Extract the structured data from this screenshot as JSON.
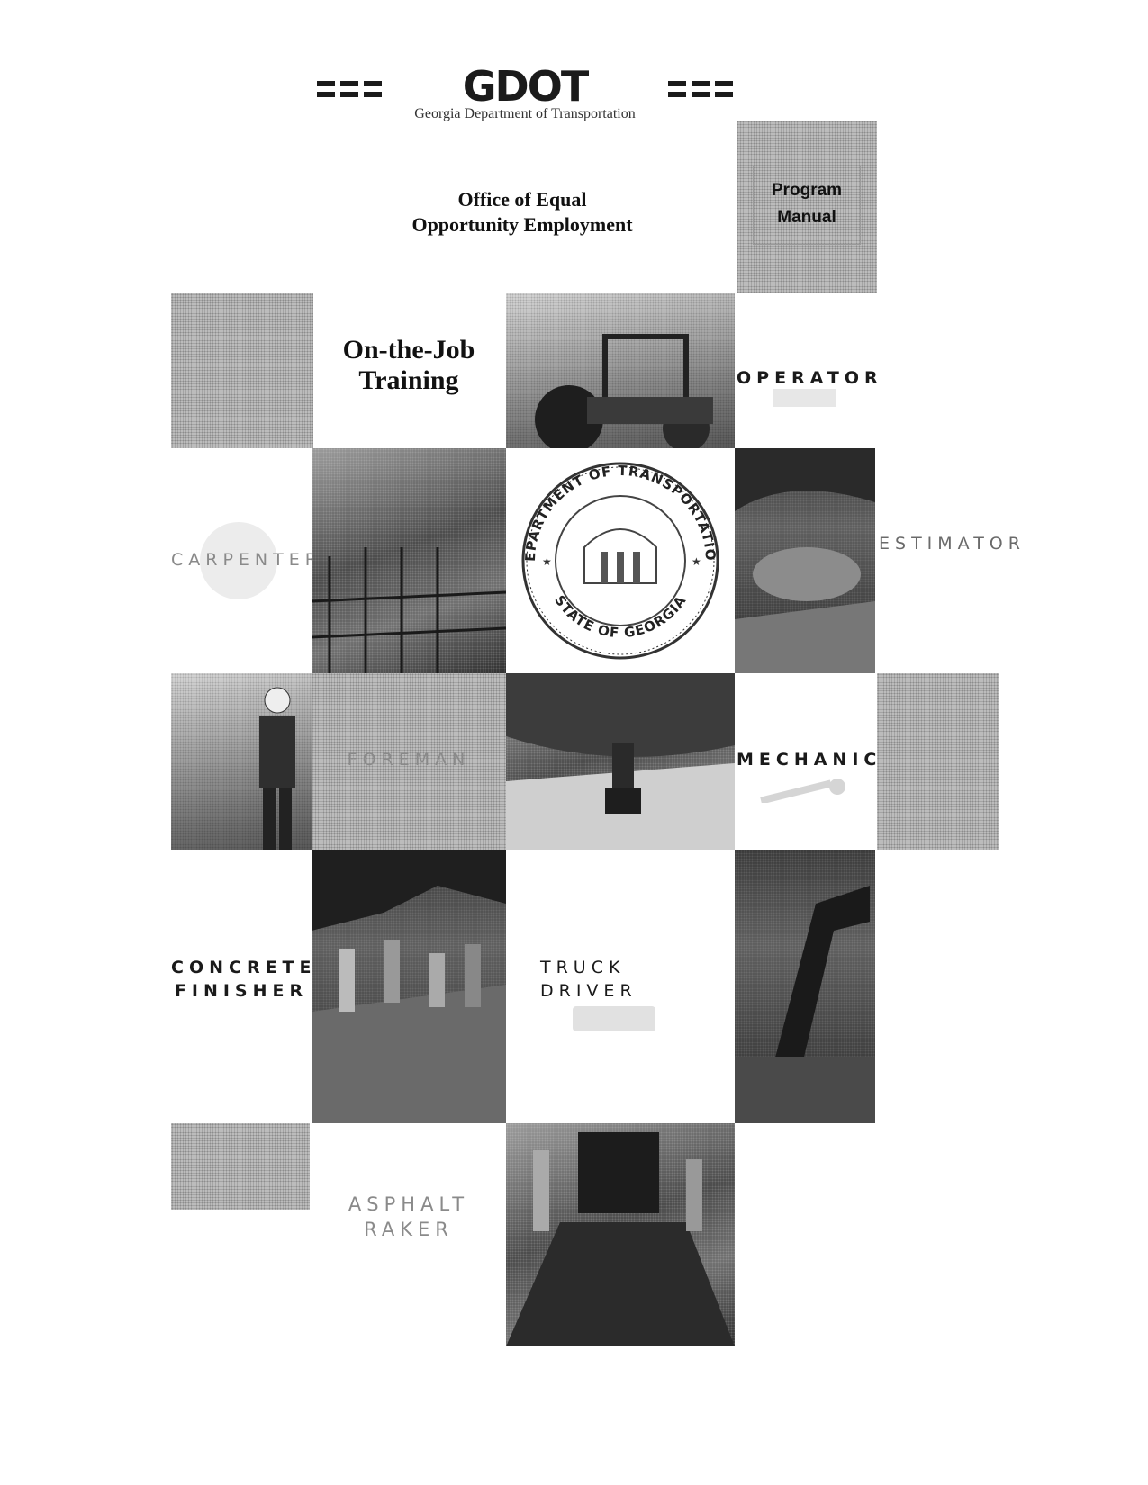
{
  "header": {
    "logo_text": "GDOT",
    "logo_subtitle": "Georgia Department of Transportation",
    "office_line1": "Office of Equal",
    "office_line2": "Opportunity Employment",
    "badge_line1": "Program",
    "badge_line2": "Manual"
  },
  "cover": {
    "title_line1": "On-the-Job",
    "title_line2": "Training"
  },
  "seal": {
    "top_text": "DEPARTMENT OF TRANSPORTATION",
    "bottom_text": "STATE OF GEORGIA"
  },
  "trades": {
    "operator": "OPERATOR",
    "carpenter": "CARPENTER",
    "estimator": "ESTIMATOR",
    "foreman": "FOREMAN",
    "mechanic": "MECHANIC",
    "concrete_line1": "CONCRETE",
    "concrete_line2": "FINISHER",
    "truck_line1": "TRUCK",
    "truck_line2": "DRIVER",
    "asphalt_line1": "ASPHALT",
    "asphalt_line2": "RAKER"
  }
}
